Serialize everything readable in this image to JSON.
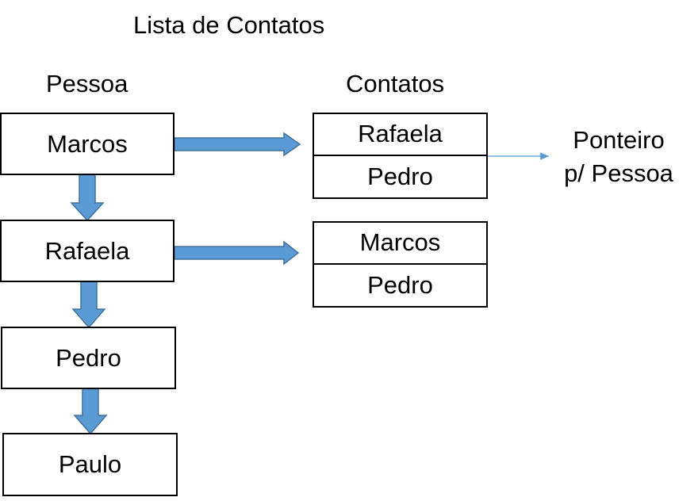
{
  "title": "Lista de Contatos",
  "headers": {
    "pessoa": "Pessoa",
    "contatos": "Contatos"
  },
  "pessoas": [
    "Marcos",
    "Rafaela",
    "Pedro",
    "Paulo"
  ],
  "contatos": [
    [
      "Rafaela",
      "Pedro"
    ],
    [
      "Marcos",
      "Pedro"
    ]
  ],
  "note": {
    "line1": "Ponteiro",
    "line2": "p/ Pessoa"
  },
  "colors": {
    "arrow_fill": "#5b9bd5",
    "arrow_stroke": "#41719c",
    "pointer_line": "#5b9bd5"
  }
}
